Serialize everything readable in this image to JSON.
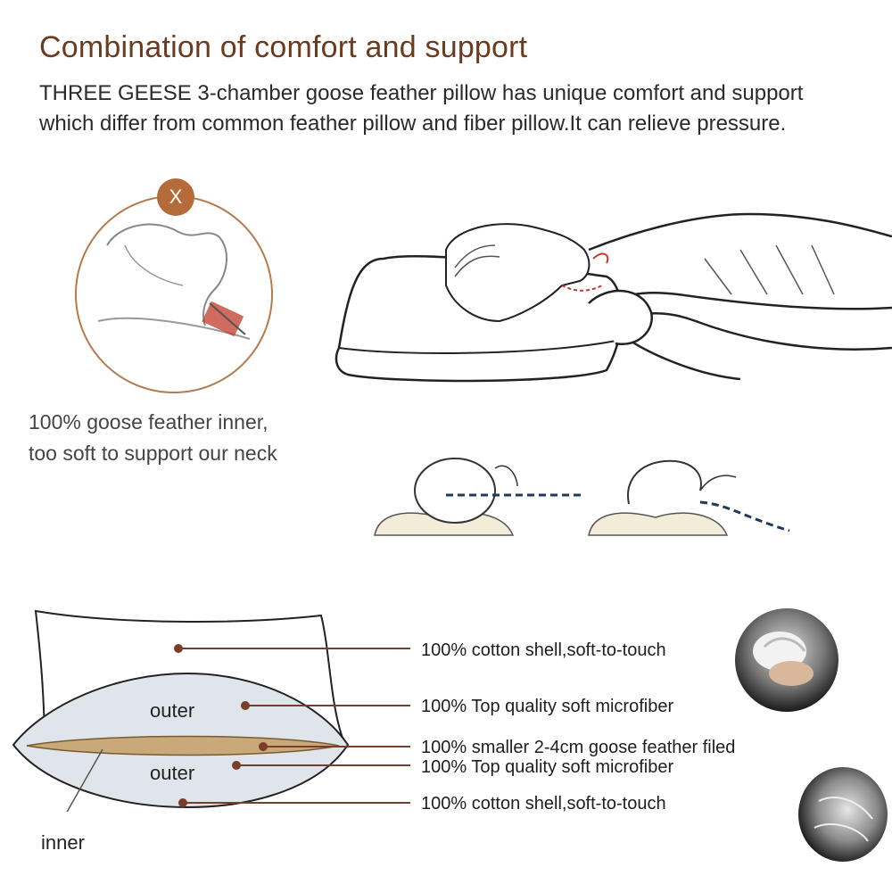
{
  "header": {
    "title": "Combination of comfort and support",
    "description": "THREE GEESE 3-chamber goose feather pillow has unique comfort and support which differ from common feather pillow and fiber pillow.It can relieve pressure."
  },
  "comparison": {
    "bad_marker": "X",
    "caption_line1": "100% goose feather inner,",
    "caption_line2": "too soft to support our neck"
  },
  "layers": {
    "inner_labels": {
      "outer_top": "outer",
      "outer_bottom": "outer",
      "inner": "inner"
    },
    "callouts": [
      "100% cotton shell,soft-to-touch",
      "100% Top quality soft microfiber",
      "100% smaller 2-4cm goose feather filed",
      "100% Top quality soft microfiber",
      "100% cotton shell,soft-to-touch"
    ]
  },
  "colors": {
    "title": "#6a3b1e",
    "accent_brown": "#b56a3a",
    "leader_line": "#7a3d2a",
    "neck_highlight": "#c0392b"
  }
}
